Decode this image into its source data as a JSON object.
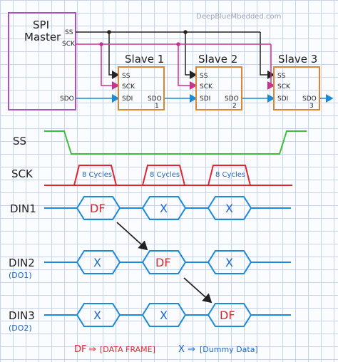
{
  "watermark": "DeepBlueMbedded.com",
  "master": {
    "title_line1": "SPI",
    "title_line2": "Master",
    "pin_ss": "SS",
    "pin_sck": "SCK",
    "pin_sdo": "SDO"
  },
  "slaves": [
    {
      "title": "Slave 1",
      "pin_ss": "SS",
      "pin_sck": "SCK",
      "pin_sdi": "SDI",
      "pin_sdo": "SDO",
      "number": "1"
    },
    {
      "title": "Slave 2",
      "pin_ss": "SS",
      "pin_sck": "SCK",
      "pin_sdi": "SDI",
      "pin_sdo": "SDO",
      "number": "2"
    },
    {
      "title": "Slave 3",
      "pin_ss": "SS",
      "pin_sck": "SCK",
      "pin_sdi": "SDI",
      "pin_sdo": "SDO",
      "number": "3"
    }
  ],
  "timing": {
    "ss_label": "SS",
    "sck_label": "SCK",
    "clock_burst_label": "8 Cycles",
    "din1_label": "DIN1",
    "din2_label": "DIN2",
    "din2_sub": "(DO1)",
    "din3_label": "DIN3",
    "din3_sub": "(DO2)",
    "df_label": "DF",
    "dummy_label": "X"
  },
  "legend": {
    "df_symbol": "DF",
    "df_meaning": "[DATA FRAME]",
    "x_symbol": "X",
    "x_meaning": "[Dummy Data]",
    "arrow": "⇒"
  },
  "colors": {
    "master_box": "#b04fc4",
    "slave_box": "#e0852c",
    "ss_line": "#222222",
    "sck_line": "#c8338f",
    "data_line": "#1b8ad8",
    "ss_wave": "#3bbf3b",
    "sck_wave": "#e0262c",
    "df_text": "#e0262c",
    "x_text": "#1b66c9"
  }
}
